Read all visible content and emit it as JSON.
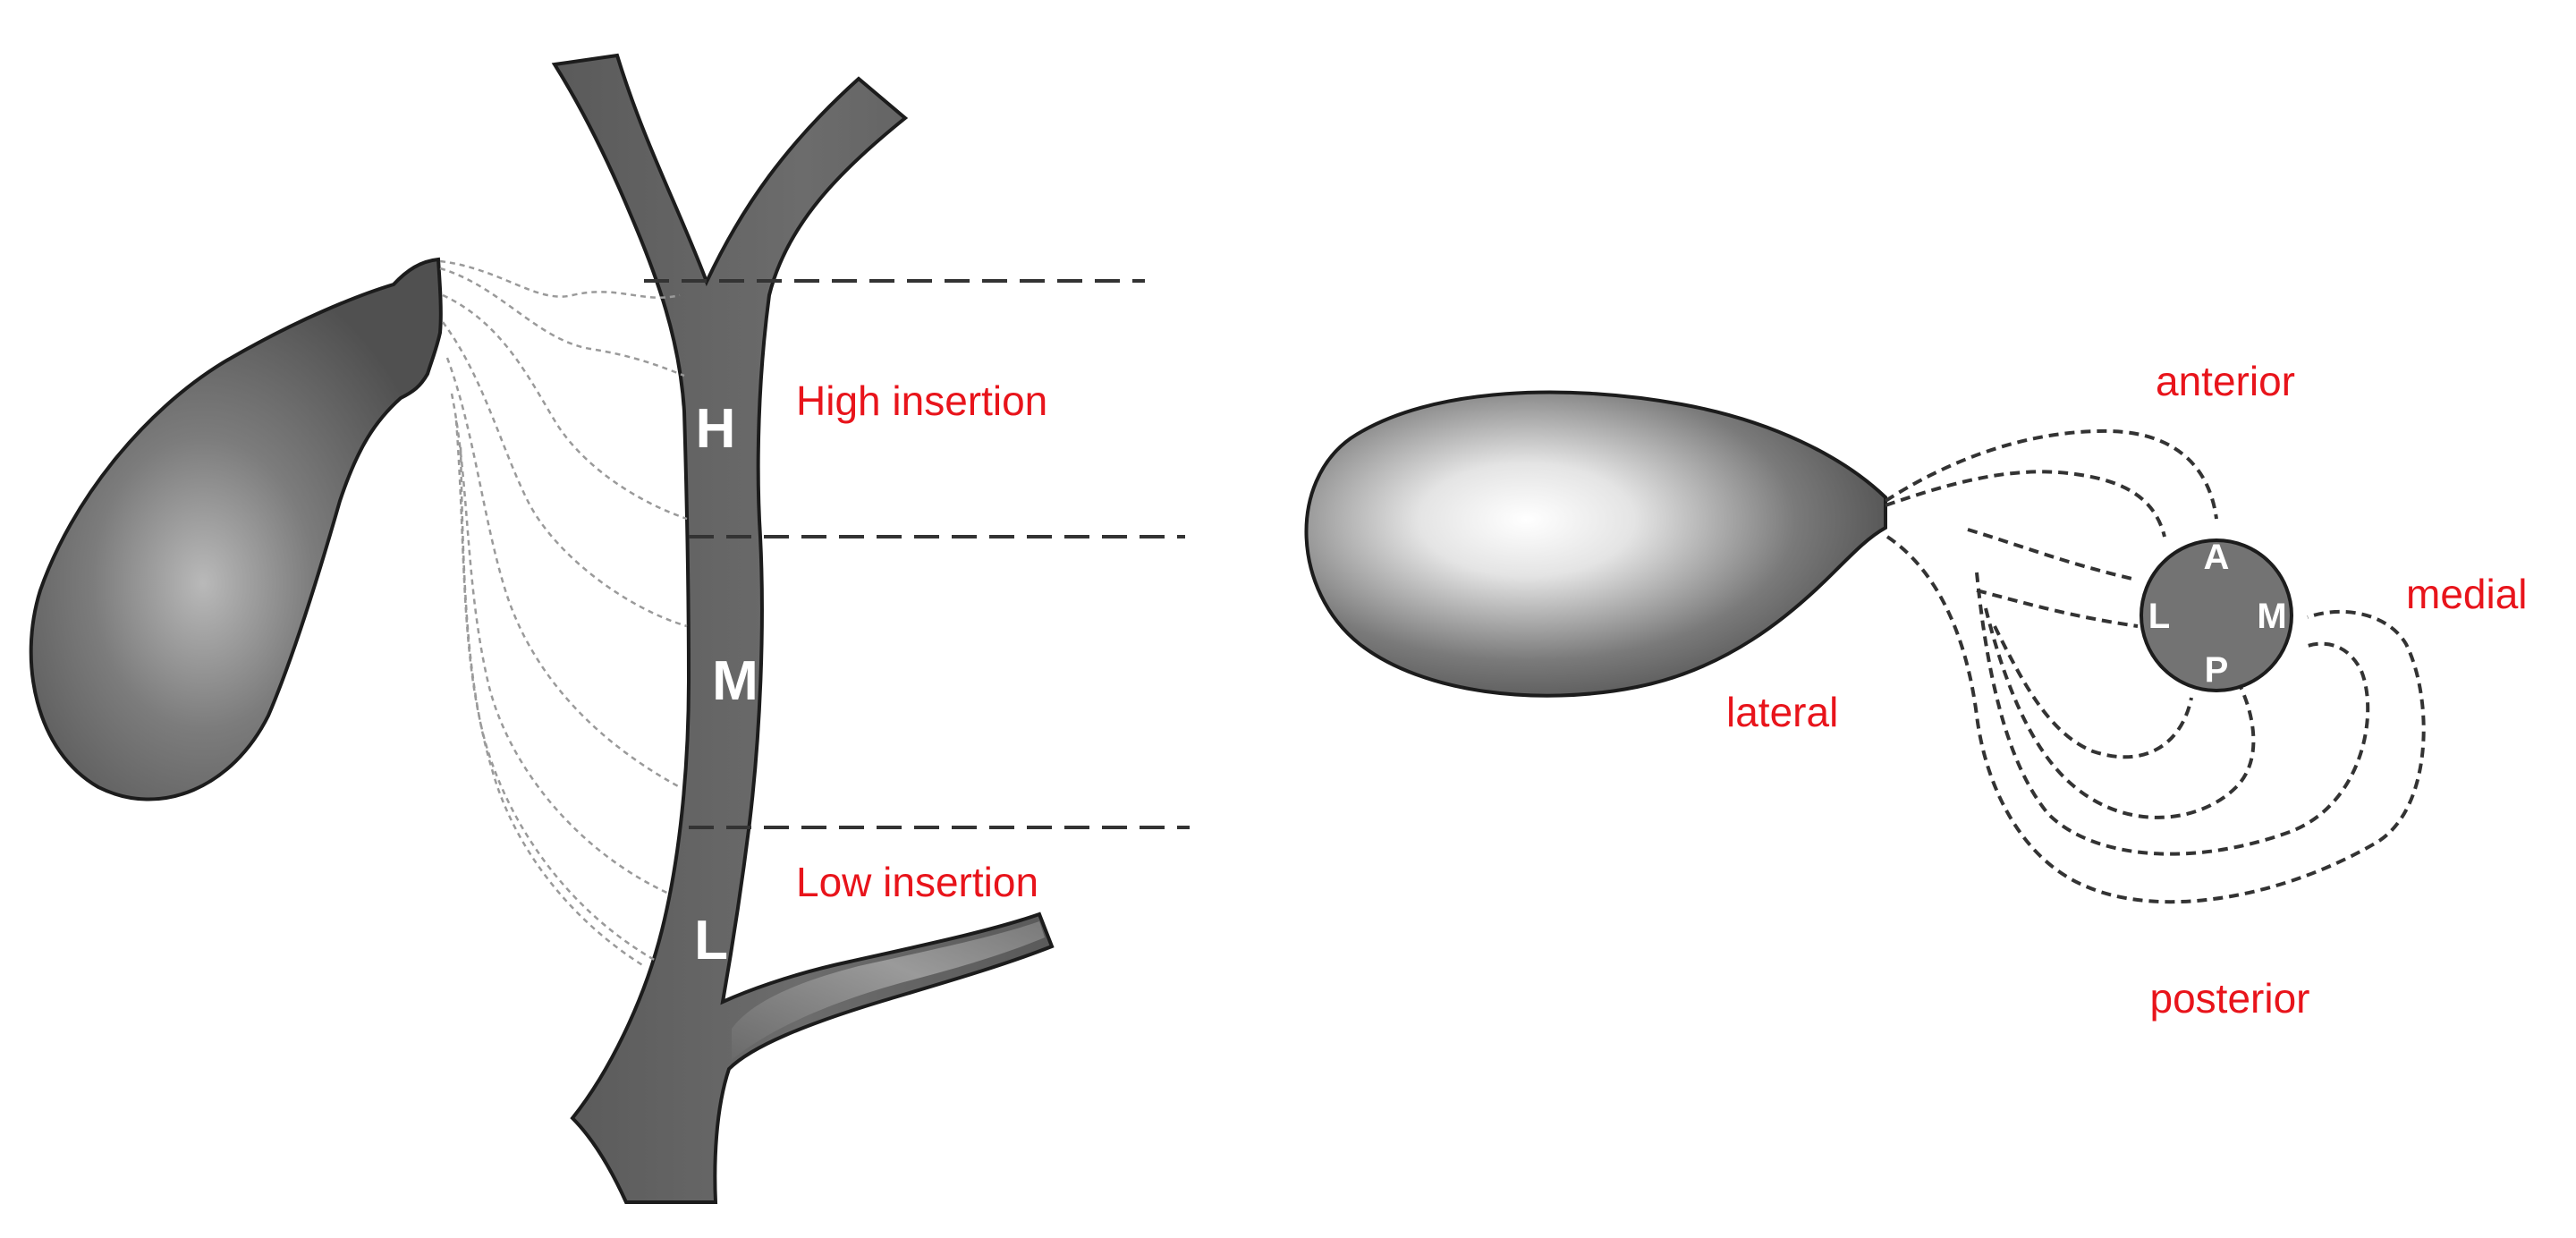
{
  "colors": {
    "organ": "#6a6a6a",
    "organ_dark": "#555555",
    "label_red": "#e8141b",
    "letter_white": "#ffffff"
  },
  "left_panel": {
    "segments": {
      "high": "H",
      "middle": "M",
      "low": "L"
    },
    "annotations": {
      "high_insertion": "High insertion",
      "low_insertion": "Low insertion"
    }
  },
  "right_panel": {
    "duct_quadrants": {
      "anterior": "A",
      "lateral": "L",
      "medial": "M",
      "posterior": "P"
    },
    "directions": {
      "anterior": "anterior",
      "medial": "medial",
      "lateral": "lateral",
      "posterior": "posterior"
    }
  }
}
